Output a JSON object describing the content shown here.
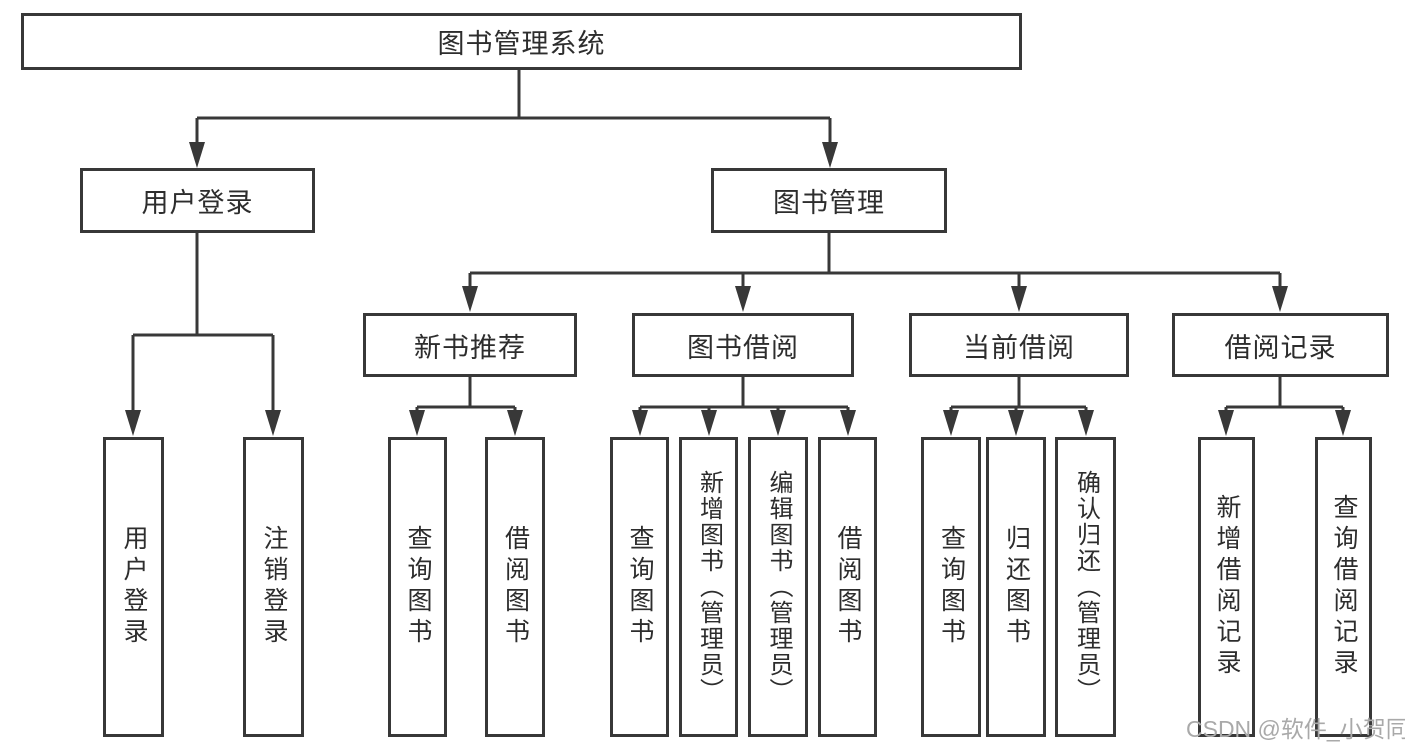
{
  "diagram": {
    "title_node": {
      "label": "图书管理系统"
    },
    "level1": [
      {
        "id": "user-login",
        "label": "用户登录"
      },
      {
        "id": "book-management",
        "label": "图书管理"
      }
    ],
    "level2": [
      {
        "id": "new-book-recommend",
        "label": "新书推荐"
      },
      {
        "id": "book-borrow",
        "label": "图书借阅"
      },
      {
        "id": "current-borrow",
        "label": "当前借阅"
      },
      {
        "id": "borrow-records",
        "label": "借阅记录"
      }
    ],
    "leaves": [
      {
        "id": "user-login-leaf",
        "label": "用户登录"
      },
      {
        "id": "logout",
        "label": "注销登录"
      },
      {
        "id": "query-books-1",
        "label": "查询图书"
      },
      {
        "id": "borrow-books-1",
        "label": "借阅图书"
      },
      {
        "id": "query-books-2",
        "label": "查询图书"
      },
      {
        "id": "add-books-admin",
        "label": "新增图书（管理员）"
      },
      {
        "id": "edit-books-admin",
        "label": "编辑图书（管理员）"
      },
      {
        "id": "borrow-books-2",
        "label": "借阅图书"
      },
      {
        "id": "query-books-3",
        "label": "查询图书"
      },
      {
        "id": "return-books",
        "label": "归还图书"
      },
      {
        "id": "confirm-return-admin",
        "label": "确认归还（管理员）"
      },
      {
        "id": "add-borrow-record",
        "label": "新增借阅记录"
      },
      {
        "id": "query-borrow-record",
        "label": "查询借阅记录"
      }
    ]
  },
  "watermark": {
    "text": "CSDN @软件_小贺同学"
  },
  "colors": {
    "line": "#383838",
    "text": "#2d2d2d",
    "watermark": "#a9a9a9",
    "background": "#ffffff"
  }
}
